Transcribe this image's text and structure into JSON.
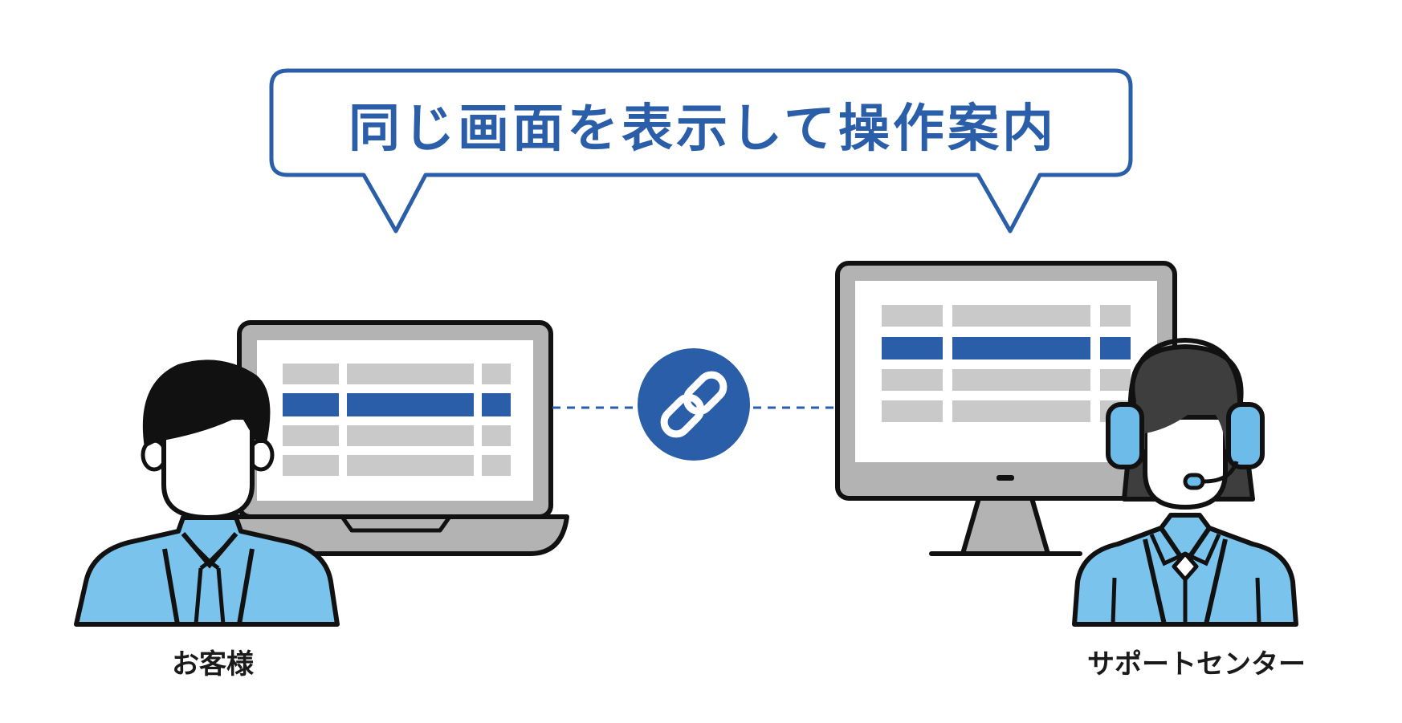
{
  "bubble": {
    "text": "同じ画面を表示して操作案内"
  },
  "customer": {
    "label": "お客様"
  },
  "support": {
    "label": "サポートセンター"
  },
  "colors": {
    "accent_blue": "#2a5ea9",
    "light_blue": "#7ac3ec",
    "headset_blue": "#6cbbe8",
    "outline": "#111111",
    "screen_gray": "#c9c9c9",
    "frame_gray": "#b3b3b3",
    "hair_dark": "#3e3e3e"
  },
  "icons": {
    "link": "link-chain-icon",
    "customer_device": "laptop-icon",
    "support_device": "desktop-monitor-icon"
  }
}
